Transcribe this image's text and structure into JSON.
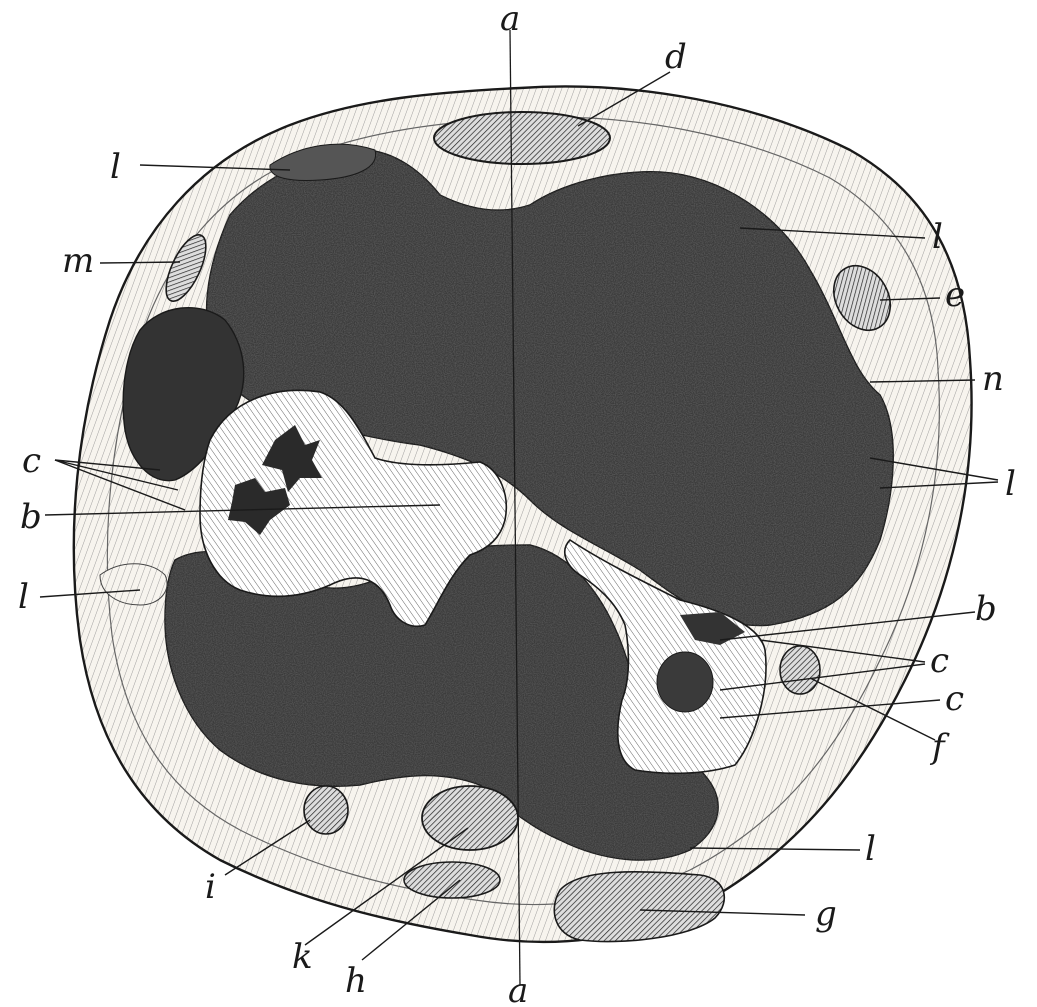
{
  "figure": {
    "labels": {
      "a_top": "a",
      "a_bottom": "a",
      "d": "d",
      "l_top_left": "l",
      "m": "m",
      "l_top_right": "l",
      "e": "e",
      "n": "n",
      "l_right_middle": "l",
      "c_left": "c",
      "b_left": "b",
      "l_left": "l",
      "b_right": "b",
      "c_right_upper": "c",
      "c_right_lower": "c",
      "f": "f",
      "l_bottom_right": "l",
      "g": "g",
      "i": "i",
      "k": "k",
      "h": "h"
    },
    "colors": {
      "ink": "#1a1a1a",
      "paper": "#ffffff",
      "tumor": "#3a3a3a",
      "tissue": "#f4f1ea"
    }
  }
}
